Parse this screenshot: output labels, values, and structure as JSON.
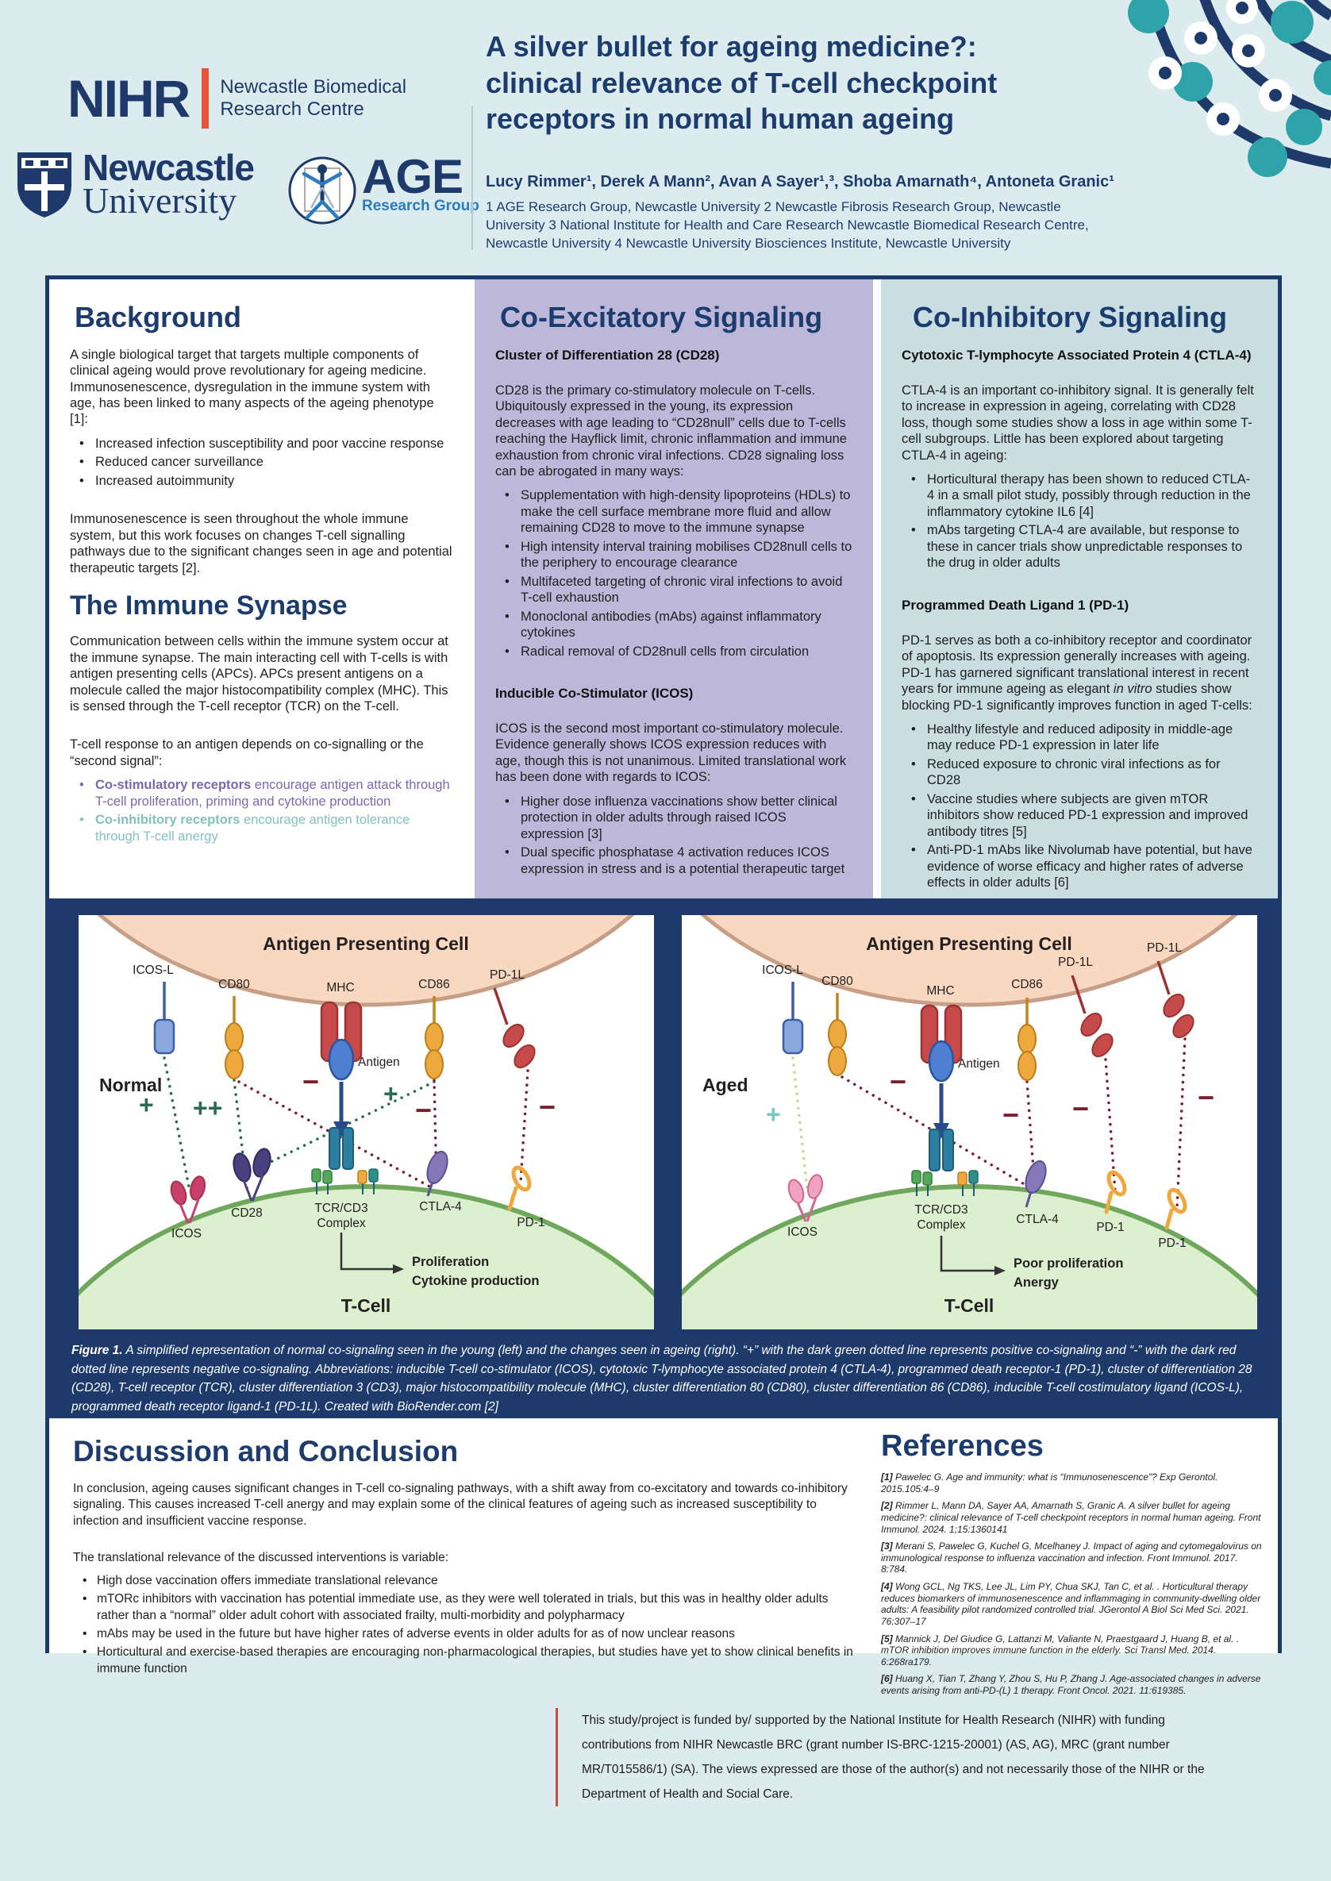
{
  "colors": {
    "navy": "#1d3a6a",
    "accent_red": "#e8543a",
    "purple_panel": "#bdb8da",
    "teal_panel": "#c9dde2",
    "costim_purple": "#7b68ae",
    "coinhib_teal": "#85bfc0",
    "positive_green": "#2a6b4f",
    "negative_red": "#7a1f2c"
  },
  "header": {
    "nihr_logo": {
      "wordmark": "NIHR",
      "line1": "Newcastle Biomedical",
      "line2": "Research Centre"
    },
    "newcastle_logo": {
      "line1": "Newcastle",
      "line2": "University"
    },
    "age_logo": {
      "acronym": "AGE",
      "subtitle": "Research Group"
    },
    "title": "A silver bullet for ageing medicine?: clinical relevance of T-cell checkpoint receptors in normal human ageing",
    "authors": "Lucy Rimmer¹, Derek A Mann², Avan A Sayer¹,³, Shoba Amarnath⁴, Antoneta Granic¹",
    "affiliations": "1 AGE Research Group, Newcastle University 2 Newcastle Fibrosis Research Group, Newcastle University 3 National Institute for Health and Care Research Newcastle Biomedical Research Centre, Newcastle University 4 Newcastle University Biosciences Institute, Newcastle University"
  },
  "background": {
    "heading": "Background",
    "para1": "A single biological target that targets multiple components of clinical ageing would prove revolutionary for ageing medicine. Immunosenescence, dysregulation in the immune system with age, has been linked to many aspects of the ageing phenotype [1]:",
    "bullets": [
      "Increased infection susceptibility and poor vaccine response",
      "Reduced cancer surveillance",
      "Increased autoimmunity"
    ],
    "para2": "Immunosenescence is seen throughout the whole immune system, but this work focuses on changes T-cell signalling pathways due to the significant changes seen in age and potential therapeutic targets [2]."
  },
  "immune_synapse": {
    "heading": "The Immune Synapse",
    "para1": "Communication between cells within the immune system occur at the immune synapse. The main interacting cell with T-cells is with antigen presenting cells (APCs). APCs present antigens on a molecule called the major histocompatibility complex (MHC). This is sensed through the T-cell receptor (TCR) on the T-cell.",
    "para2": "T-cell response to an antigen depends on co-signalling or the “second signal”:",
    "costim_lead": "Co-stimulatory receptors",
    "costim_rest": " encourage antigen attack through T-cell proliferation, priming and cytokine production",
    "coinhib_lead": "Co-inhibitory receptors",
    "coinhib_rest": " encourage antigen tolerance through T-cell anergy"
  },
  "co_excitatory": {
    "heading": "Co-Excitatory Signaling",
    "sub1": "Cluster of Differentiation 28 (CD28)",
    "para1": "CD28 is the primary co-stimulatory molecule on T-cells. Ubiquitously expressed in the young, its expression decreases with age leading to “CD28null” cells due to T-cells reaching the Hayflick limit, chronic inflammation and immune exhaustion from chronic viral infections. CD28 signaling loss can be abrogated in many ways:",
    "bullets1": [
      "Supplementation with high-density lipoproteins (HDLs) to make the cell surface membrane more fluid and allow remaining CD28 to move to the immune synapse",
      "High intensity interval training mobilises CD28null cells to the periphery to encourage clearance",
      "Multifaceted targeting of chronic viral infections to avoid T-cell exhaustion",
      "Monoclonal antibodies (mAbs) against inflammatory cytokines",
      "Radical removal of CD28null cells from circulation"
    ],
    "sub2": "Inducible Co-Stimulator (ICOS)",
    "para2": "ICOS is the second most important co-stimulatory molecule. Evidence generally shows ICOS expression reduces with age, though this is not unanimous. Limited translational work has been done with regards to ICOS:",
    "bullets2": [
      "Higher dose influenza vaccinations show better clinical protection in older adults through raised ICOS expression [3]",
      "Dual specific phosphatase 4 activation reduces ICOS expression  in stress and is a potential therapeutic target"
    ]
  },
  "co_inhibitory": {
    "heading": "Co-Inhibitory Signaling",
    "sub1": "Cytotoxic T-lymphocyte Associated Protein 4 (CTLA-4)",
    "para1": "CTLA-4 is an important co-inhibitory signal. It is generally felt to increase in expression in ageing, correlating with CD28 loss, though some studies show a loss in age within some T-cell subgroups. Little has been explored about targeting CTLA-4 in ageing:",
    "bullets1": [
      "Horticultural therapy has been shown to reduced CTLA-4 in a small pilot study, possibly through reduction in the inflammatory cytokine IL6 [4]",
      "mAbs targeting CTLA-4 are available, but response to these in cancer trials show unpredictable responses to the drug in older adults"
    ],
    "sub2": "Programmed Death Ligand 1 (PD-1)",
    "para2_pre": "PD-1 serves as both a co-inhibitory receptor and coordinator of apoptosis. Its expression generally increases with ageing. PD-1 has garnered significant translational interest in recent years for immune ageing as elegant ",
    "para2_italic": "in vitro",
    "para2_post": " studies show blocking PD-1 significantly improves function in aged T-cells:",
    "bullets2": [
      "Healthy lifestyle and reduced adiposity in middle-age may reduce PD-1 expression in later life",
      "Reduced exposure to chronic viral infections as for CD28",
      "Vaccine studies where subjects are given mTOR inhibitors show reduced PD-1 expression and improved antibody titres [5]",
      "Anti-PD-1 mAbs like Nivolumab have potential, but have evidence of worse efficacy and higher rates of adverse effects in older adults [6]"
    ]
  },
  "figure": {
    "caption_lead": "Figure 1.",
    "caption_text": " A simplified representation of normal co-signaling seen in the young (left) and the changes seen in ageing (right). “+” with the dark green dotted line represents positive co-signaling and “-” with the dark red dotted line represents negative co-signaling. Abbreviations: inducible T-cell co-stimulator (ICOS), cytotoxic T-lymphocyte associated protein 4 (CTLA-4), programmed death receptor-1 (PD-1), cluster of differentiation 28 (CD28), T-cell receptor (TCR), cluster differentiation 3 (CD3), major histocompatibility molecule (MHC), cluster differentiation 80 (CD80), cluster differentiation 86 (CD86), inducible T-cell costimulatory ligand (ICOS-L), programmed death receptor ligand-1 (PD-1L). Created with BioRender.com [2]",
    "labels": {
      "apc": "Antigen Presenting Cell",
      "tcell": "T-Cell",
      "icosl": "ICOS-L",
      "cd80": "CD80",
      "mhc": "MHC",
      "cd86": "CD86",
      "pd1l": "PD-1L",
      "antigen": "Antigen",
      "icos": "ICOS",
      "cd28": "CD28",
      "tcr1": "TCR/CD3",
      "tcr2": "Complex",
      "ctla4": "CTLA-4",
      "pd1": "PD-1",
      "plus": "+",
      "plusplus": "++",
      "minus": "−"
    },
    "left": {
      "state": "Normal",
      "outcome1": "Proliferation",
      "outcome2": "Cytokine production"
    },
    "right": {
      "state": "Aged",
      "outcome1": "Poor proliferation",
      "outcome2": "Anergy"
    }
  },
  "discussion": {
    "heading": "Discussion and Conclusion",
    "para1": "In conclusion, ageing causes significant changes in T-cell co-signaling pathways, with a shift away from co-excitatory and towards co-inhibitory signaling. This causes increased T-cell anergy and may explain some of the clinical features of ageing such as increased susceptibility to infection and insufficient vaccine response.",
    "para2": "The translational relevance of the discussed interventions is variable:",
    "bullets": [
      "High dose vaccination offers immediate translational relevance",
      "mTORc inhibitors with vaccination has potential immediate use, as they were well tolerated in trials, but this was in healthy older adults rather than a “normal” older adult cohort with associated frailty, multi-morbidity and polypharmacy",
      "mAbs may be used in the future but have higher rates of adverse events in older adults for as of now unclear reasons",
      "Horticultural and exercise-based therapies are encouraging non-pharmacological therapies, but studies have yet to show clinical benefits in immune function"
    ]
  },
  "references": {
    "heading": "References",
    "items": [
      {
        "num": "[1]",
        "text": " Pawelec G. Age and immunity: what is “Immunosenescence”? Exp Gerontol. 2015.105:4–9"
      },
      {
        "num": "[2]",
        "text": " Rimmer L, Mann DA, Sayer AA, Amarnath S, Granic A. A silver bullet for ageing medicine?: clinical relevance of T-cell checkpoint receptors in normal human ageing. Front Immunol. 2024. 1;15:1360141"
      },
      {
        "num": "[3]",
        "text": " Merani S, Pawelec G, Kuchel G, Mcelhaney J. Impact of aging and cytomegalovirus on immunological response to influenza vaccination and infection. Front Immunol. 2017. 8:784."
      },
      {
        "num": "[4]",
        "text": " Wong GCL, Ng TKS, Lee JL, Lim PY, Chua SKJ, Tan C, et al. . Horticultural therapy reduces biomarkers of immunosenescence and inflammaging in community-dwelling older adults: A feasibility pilot randomized controlled trial. JGerontol A Biol Sci Med Sci. 2021. 76:307–17"
      },
      {
        "num": "[5]",
        "text": " Mannick J, Del Giudice G, Lattanzi M, Valiante N, Praestgaard J, Huang B, et al. . mTOR inhibition improves immune function in the elderly. Sci Transl Med. 2014. 6:268ra179."
      },
      {
        "num": "[6]",
        "text": " Huang X, Tian T, Zhang Y, Zhou S, Hu P, Zhang J. Age-associated changes in adverse events arising from anti-PD-(L) 1 therapy. Front Oncol. 2021. 11:619385."
      }
    ]
  },
  "funding": {
    "text": "This study/project is funded by/ supported by the National Institute for Health Research (NIHR) with funding contributions from NIHR Newcastle BRC (grant number IS-BRC-1215-20001) (AS, AG), MRC (grant number MR/T015586/1) (SA). The views expressed are those of the author(s) and not necessarily those of the NIHR or the Department of Health and Social Care."
  }
}
